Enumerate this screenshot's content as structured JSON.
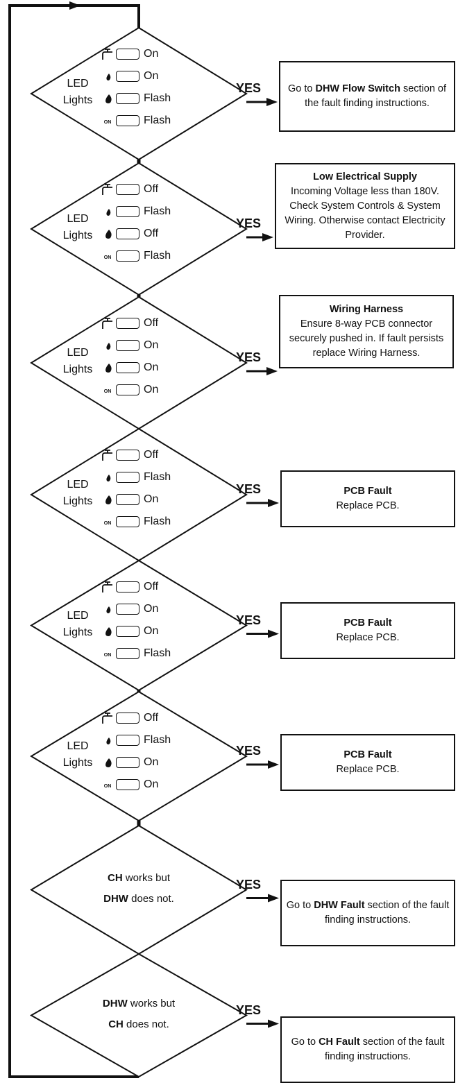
{
  "yes_label": "YES",
  "led_label_line1": "LED",
  "led_label_line2": "Lights",
  "led_diamonds": [
    {
      "states": [
        "On",
        "On",
        "Flash",
        "Flash"
      ],
      "result": {
        "pre": "Go to ",
        "bold": "DHW Flow Switch",
        "post": " section of the fault finding instructions.",
        "title": "",
        "body": ""
      }
    },
    {
      "states": [
        "Off",
        "Flash",
        "Off",
        "Flash"
      ],
      "result": {
        "pre": "",
        "bold": "",
        "post": "",
        "title": "Low Electrical Supply",
        "body": "Incoming Voltage less than 180V. Check System Controls & System Wiring. Otherwise contact Electricity Provider."
      }
    },
    {
      "states": [
        "Off",
        "On",
        "On",
        "On"
      ],
      "result": {
        "pre": "",
        "bold": "",
        "post": "",
        "title": "Wiring Harness",
        "body": "Ensure 8-way PCB connector securely pushed in. If fault persists replace Wiring Harness."
      }
    },
    {
      "states": [
        "Off",
        "Flash",
        "On",
        "Flash"
      ],
      "result": {
        "pre": "",
        "bold": "",
        "post": "",
        "title": "PCB Fault",
        "body": "Replace PCB."
      }
    },
    {
      "states": [
        "Off",
        "On",
        "On",
        "Flash"
      ],
      "result": {
        "pre": "",
        "bold": "",
        "post": "",
        "title": "PCB Fault",
        "body": "Replace PCB."
      }
    },
    {
      "states": [
        "Off",
        "Flash",
        "On",
        "On"
      ],
      "result": {
        "pre": "",
        "bold": "",
        "post": "",
        "title": "PCB Fault",
        "body": "Replace PCB."
      }
    }
  ],
  "text_diamonds": [
    {
      "l1_bold": "CH",
      "l1_rest": " works but",
      "l2_bold": "DHW",
      "l2_rest": " does not.",
      "result": {
        "pre": "Go to ",
        "bold": "DHW Fault",
        "post": " section of the fault finding instructions."
      }
    },
    {
      "l1_bold": "DHW",
      "l1_rest": " works but",
      "l2_bold": "CH",
      "l2_rest": " does not.",
      "result": {
        "pre": "Go to ",
        "bold": "CH Fault",
        "post": " section of the fault finding instructions."
      }
    }
  ],
  "icons": [
    "tap-icon",
    "flame-small-icon",
    "flame-large-icon",
    "on-power-icon"
  ],
  "icon_on_text": "ON",
  "colors": {
    "line": "#111111",
    "background": "#ffffff"
  }
}
